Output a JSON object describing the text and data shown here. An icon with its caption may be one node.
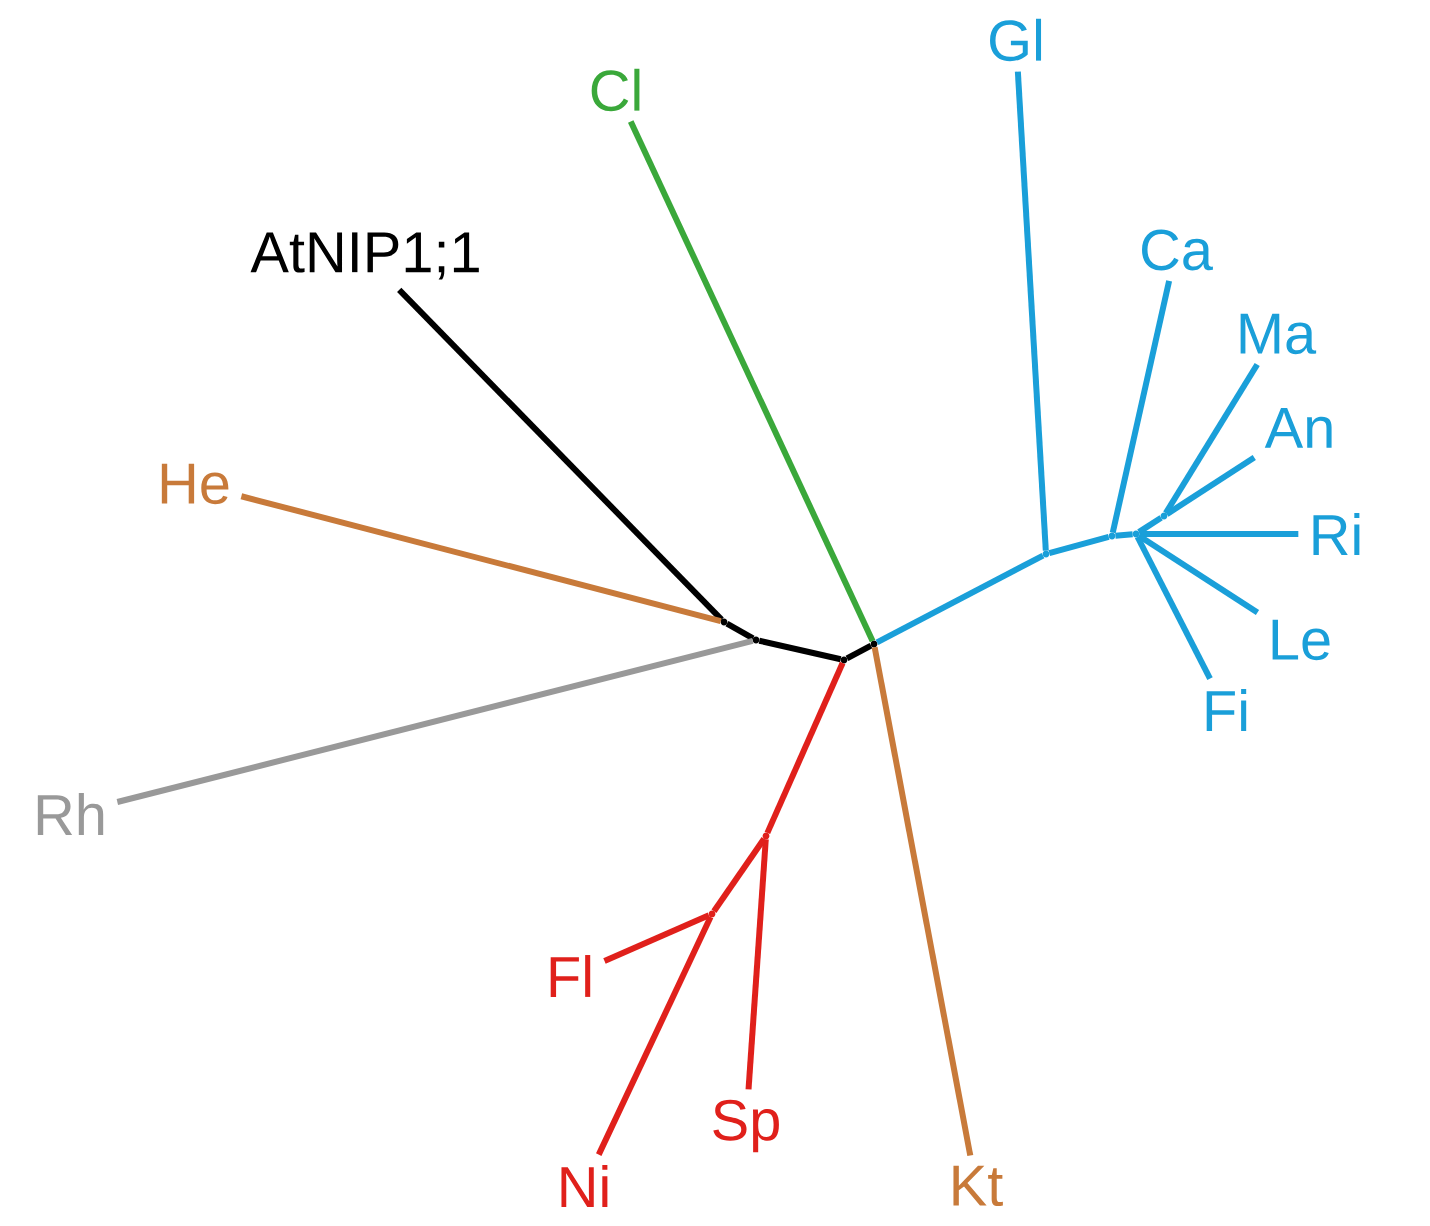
{
  "diagram": {
    "nodes": [
      {
        "text": [
          "Cl"
        ]
      },
      {
        "text": [
          "Gl"
        ]
      },
      {
        "text": [
          "AtNIP1;1"
        ]
      },
      {
        "text": [
          "Ca"
        ]
      },
      {
        "text": [
          "Ma"
        ]
      },
      {
        "text": [
          "An"
        ]
      },
      {
        "text": [
          "He"
        ]
      },
      {
        "text": [
          "Ri"
        ]
      },
      {
        "text": [
          "Le"
        ]
      },
      {
        "text": [
          "Fi"
        ]
      },
      {
        "text": [
          "Rh"
        ]
      },
      {
        "text": [
          "Fl"
        ]
      },
      {
        "text": [
          "Sp"
        ]
      },
      {
        "text": [
          "Ni"
        ]
      },
      {
        "text": [
          "Kt"
        ]
      },
      {
        "text": [],
        "shape": "point"
      },
      {
        "text": [],
        "shape": "point"
      },
      {
        "text": [],
        "shape": "point"
      },
      {
        "text": [],
        "shape": "point"
      },
      {
        "text": [],
        "shape": "point"
      },
      {
        "text": [],
        "shape": "point"
      },
      {
        "text": [],
        "shape": "point"
      },
      {
        "text": [],
        "shape": "point"
      },
      {
        "text": [],
        "shape": "point"
      },
      {
        "text": [],
        "shape": "point"
      }
    ],
    "edges": [
      {
        "from": 2,
        "to": 15,
        "arrow": "none",
        "color": "#000000"
      },
      {
        "from": 6,
        "to": 15,
        "arrow": "none",
        "color": "#c87a3a"
      },
      {
        "from": 15,
        "to": 16,
        "arrow": "none",
        "color": "#000000"
      },
      {
        "from": 10,
        "to": 16,
        "arrow": "none",
        "color": "#999999"
      },
      {
        "from": 16,
        "to": 17,
        "arrow": "none",
        "color": "#000000"
      },
      {
        "from": 17,
        "to": 18,
        "arrow": "none",
        "color": "#000000"
      },
      {
        "from": 0,
        "to": 18,
        "arrow": "none",
        "color": "#3aa83a"
      },
      {
        "from": 14,
        "to": 18,
        "arrow": "none",
        "color": "#c87a3a"
      },
      {
        "from": 18,
        "to": 19,
        "arrow": "none"
      },
      {
        "from": 1,
        "to": 19,
        "arrow": "none"
      },
      {
        "from": 19,
        "to": 20,
        "arrow": "none"
      },
      {
        "from": 3,
        "to": 20,
        "arrow": "none"
      },
      {
        "from": 20,
        "to": 21,
        "arrow": "none"
      },
      {
        "from": 21,
        "to": 22,
        "arrow": "none"
      },
      {
        "from": 4,
        "to": 22,
        "arrow": "none"
      },
      {
        "from": 5,
        "to": 22,
        "arrow": "none"
      },
      {
        "from": 7,
        "to": 21,
        "arrow": "none"
      },
      {
        "from": 8,
        "to": 21,
        "arrow": "none"
      },
      {
        "from": 9,
        "to": 21,
        "arrow": "none"
      },
      {
        "from": 17,
        "to": 23,
        "arrow": "none",
        "color": "#e0201b"
      },
      {
        "from": 12,
        "to": 23,
        "arrow": "none",
        "color": "#e0201b"
      },
      {
        "from": 23,
        "to": 24,
        "arrow": "none",
        "color": "#e0201b"
      },
      {
        "from": 11,
        "to": 24,
        "arrow": "none",
        "color": "#e0201b"
      },
      {
        "from": 13,
        "to": 24,
        "arrow": "none",
        "color": "#e0201b"
      }
    ]
  }
}
